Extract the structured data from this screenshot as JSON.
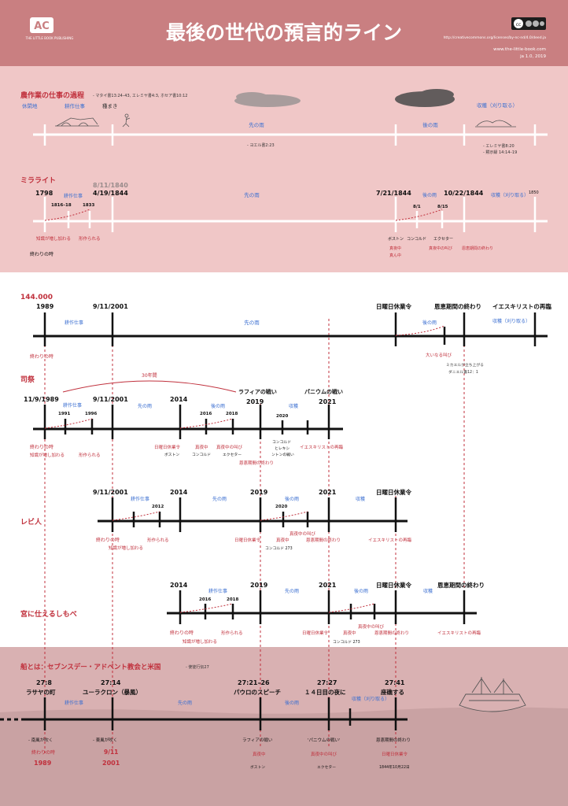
{
  "header": {
    "title": "最後の世代の預言的ライン",
    "logo_text": "THE LITTLE BOOK PUBLISHING",
    "license_text": "http://creativecommons.org/licenses/by-nc-nd/4.0/deed.ja",
    "website": "www.the-little-book.com",
    "version": "ja 1.0, 2019",
    "colors": {
      "header_bg": "#c97f81",
      "section_bg": "#f0c7c7",
      "accent": "#c0303c",
      "blue": "#3b6fd1"
    }
  },
  "farmer": {
    "heading": "農作業の仕事の過程",
    "heading_ref": "- マタイ書13:24–43, エレミヤ書4:3, ホセア書10:12",
    "fallow": "休閑地",
    "plow": "耕作仕事",
    "sow": "種まき",
    "early_rain": "先の雨",
    "early_ref": "- ヨエル書2:23",
    "latter_rain": "後の雨",
    "harvest": "収穫（刈り取る）",
    "harvest_ref1": "- エレミヤ書8:20",
    "harvest_ref2": "- 黙示録 14:14–19"
  },
  "millerite": {
    "heading": "ミラライト",
    "d1798": "1798",
    "plow": "耕作仕事",
    "d1840": "8/11/1840",
    "d1844": "4/19/1844",
    "d1816": "1816–18",
    "d1833": "1833",
    "early_rain": "先の雨",
    "d721": "7/21/1844",
    "latter_rain": "後の雨",
    "d1022": "10/22/1844",
    "harvest": "収穫（刈り取る）",
    "d1850": "1850",
    "d81": "8/1",
    "d815": "8/15",
    "knowledge": "知識が増し加わる",
    "formed": "形作られる",
    "end_time": "終わりの時",
    "boston": "ボストン",
    "concord": "コンコルド",
    "exeter": "エクセター",
    "midnight1": "真夜中",
    "midnight2": "真ん中",
    "midnight_cry": "真夜中の叫び",
    "probation_end": "恩恵期間の終わり"
  },
  "s144": {
    "heading": "144.000",
    "d1989": "1989",
    "d911": "9/11/2001",
    "plow": "耕作仕事",
    "early_rain": "先の雨",
    "sunday_law": "日曜日休業令",
    "latter_rain": "後の雨",
    "probation_end": "恩恵期間の終わり",
    "second_coming": "イエスキリストの再臨",
    "harvest": "収穫（刈り取る）",
    "end_time": "終わりの時",
    "loud_cry": "大いなる叫び",
    "daniel1": "ミカエルが立ち上がる",
    "daniel2": "ダニエル書12：1"
  },
  "priests": {
    "heading": "司祭",
    "years30": "30年間",
    "d1989": "11/9/1989",
    "d1991": "1991",
    "d1996": "1996",
    "plow": "耕作仕事",
    "d911": "9/11/2001",
    "early_rain": "先の雨",
    "d2014": "2014",
    "d2016": "2016",
    "d2018": "2018",
    "latter_rain": "後の雨",
    "raphia": "ラフィアの戦い",
    "d2019": "2019",
    "d2020": "2020",
    "harvest": "収穫",
    "panium": "パニウムの戦い",
    "d2021": "2021",
    "end_time": "終わりの時",
    "knowledge": "知識が増し加わる",
    "formed": "形作られる",
    "sunday_law": "日曜日休業令",
    "midnight": "真夜中",
    "midnight_cry": "真夜中の叫び",
    "boston": "ボストン",
    "concord": "コンコルド",
    "exeter": "エクセター",
    "probation_end": "恩恵期間の終わり",
    "concord2a": "コンコルド",
    "concord2b": "とレキシ",
    "concord2c": "ントンの戦い",
    "second_coming": "イエスキリストの再臨"
  },
  "levites": {
    "heading": "レビ人",
    "d911": "9/11/2001",
    "plow": "耕作仕事",
    "d2012": "2012",
    "d2014": "2014",
    "early_rain": "先の雨",
    "d2019": "2019",
    "latter_rain": "後の雨",
    "d2020": "2020",
    "d2021": "2021",
    "harvest": "収穫",
    "sunday_law": "日曜日休業令",
    "end_time": "終わりの時",
    "knowledge": "知識が増し加わる",
    "formed": "形作られる",
    "sunday_law2": "日曜日休業令",
    "midnight": "真夜中",
    "midnight_cry": "真夜中の叫び",
    "probation_end": "恩恵期間の終わり",
    "concord273": "コンコルド 273",
    "second_coming": "イエスキリストの再臨"
  },
  "nethinim": {
    "heading": "宮に仕えるしもべ",
    "d2014": "2014",
    "plow": "耕作仕事",
    "d2016": "2016",
    "d2018": "2018",
    "d2019": "2019",
    "early_rain": "先の雨",
    "d2021": "2021",
    "latter_rain": "後の雨",
    "sunday_law": "日曜日休業令",
    "harvest": "収穫",
    "probation_end": "恩恵期間の終わり",
    "end_time": "終わりの時",
    "knowledge": "知識が増し加わる",
    "formed": "形作られる",
    "sunday_law2": "日曜日休業令",
    "midnight": "真夜中",
    "midnight_cry": "真夜中の叫び",
    "probation_end2": "恩恵期間の終わり",
    "concord273": "コンコルド 273",
    "second_coming": "イエスキリストの再臨"
  },
  "ship": {
    "heading": "船とは：セブンスデー・アドベント教会と米国",
    "heading_ref": "- 使徒行伝27",
    "v278": "27:8",
    "lasea": "ラサヤの町",
    "v2714": "27:14",
    "euroclydon": "ユーラクロン（暴風）",
    "v2721": "27:21–26",
    "paul": "パウロのスピーチ",
    "v2727": "27:27",
    "night14": "１４日目の夜に",
    "v2741": "27:41",
    "aground": "座礁する",
    "plow": "耕作仕事",
    "early_rain": "先の雨",
    "latter_rain": "後の雨",
    "harvest": "収穫（刈り取る）",
    "south_wind": "- 南風が吹く",
    "east_wind": "- 東風が吹く",
    "raphia": "ラフィアの戦い",
    "panium": "'パニウムの戦い'",
    "probation_end": "恩恵期間の終わり",
    "end_time": "終わりの時",
    "y1989": "1989",
    "y911": "9/11",
    "y2001": "2001",
    "midnight": "真夜中",
    "midnight_cry": "真夜中の叫び",
    "sunday_law": "日曜日休業令",
    "boston": "ボストン",
    "exeter": "エクセター",
    "oct22": "1844年10月22日"
  }
}
